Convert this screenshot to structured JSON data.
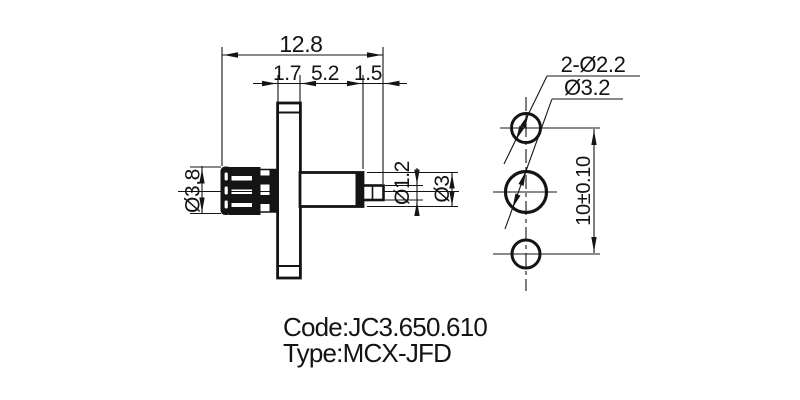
{
  "drawing": {
    "side_view": {
      "dim_overall_length": "12.8",
      "dim_flange_thickness": "1.7",
      "dim_body_length": "5.2",
      "dim_pin_length": "1.5",
      "dim_coupling_diameter": "Ø3.8",
      "dim_pin_diameter": "Ø1.2",
      "dim_body_diameter": "Ø3"
    },
    "hole_view": {
      "dim_mount_holes": "2-Ø2.2",
      "dim_center_hole": "Ø3.2",
      "dim_hole_spacing": "10±0.10"
    },
    "title_block": {
      "code": "Code:JC3.650.610",
      "type": "Type:MCX-JFD"
    },
    "colors": {
      "line": "#141414",
      "background": "#ffffff"
    }
  }
}
